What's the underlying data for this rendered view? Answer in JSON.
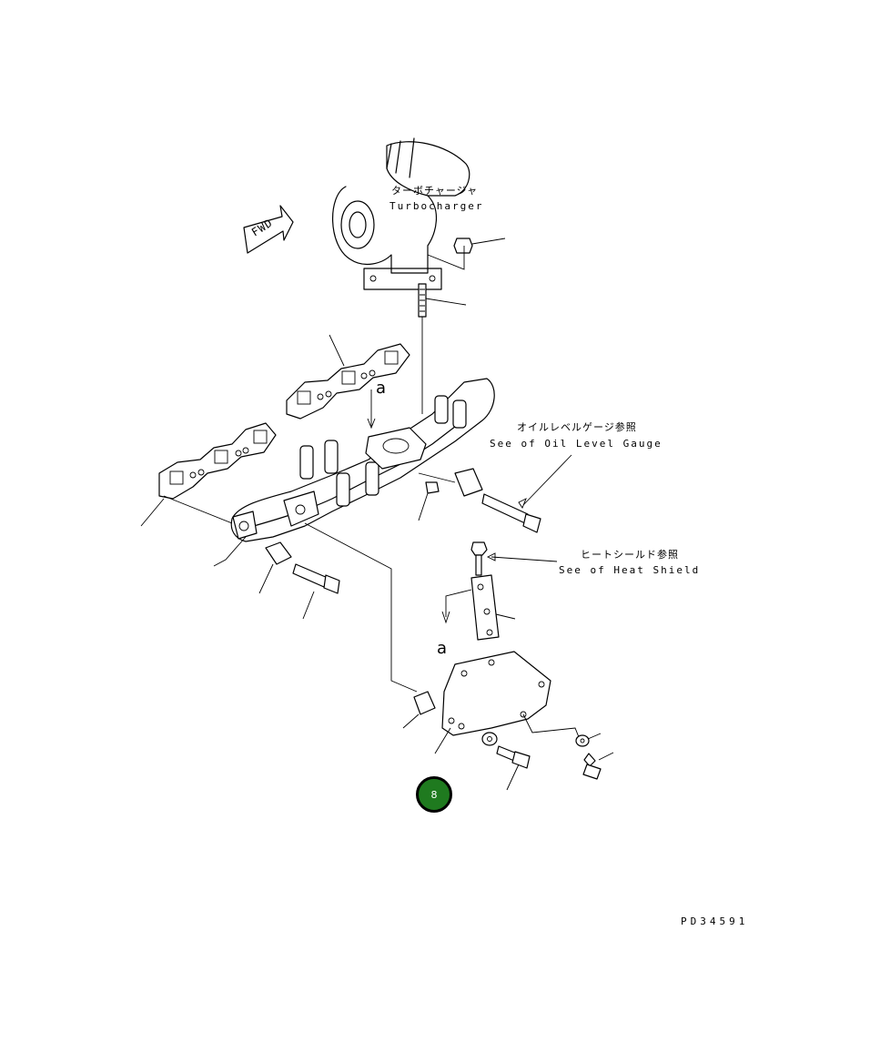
{
  "labels": {
    "turbo_jp": "ターボチャージャ",
    "turbo_en": "Turbocharger",
    "oil_jp": "オイルレベルゲージ参照",
    "oil_en": "See of Oil Level Gauge",
    "heat_jp": "ヒートシールド参照",
    "heat_en": "See of Heat Shield",
    "fwd": "FWD",
    "view_top": "a",
    "view_bottom": "a",
    "drawing_no": "PD34591"
  },
  "callout": {
    "number": "8",
    "color": "#1f7a1f"
  }
}
